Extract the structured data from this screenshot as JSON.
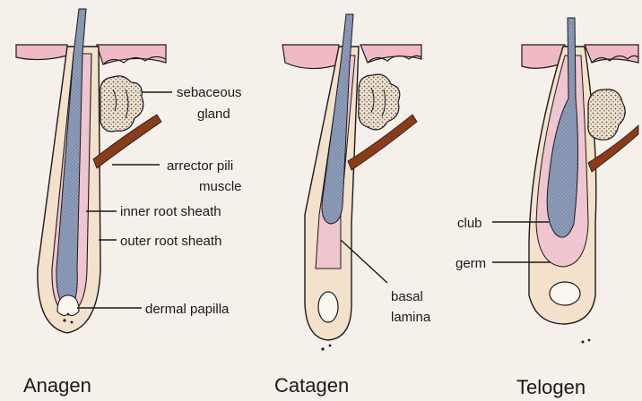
{
  "diagram": {
    "labels": {
      "sebaceous_line1": "sebaceous",
      "sebaceous_line2": "gland",
      "arrector_line1": "arrector pili",
      "arrector_line2": "muscle",
      "inner_root_sheath": "inner root sheath",
      "outer_root_sheath": "outer root sheath",
      "dermal_papilla": "dermal papilla",
      "basal_line1": "basal",
      "basal_line2": "lamina",
      "club": "club",
      "germ": "germ"
    },
    "stages": {
      "anagen": "Anagen",
      "catagen": "Catagen",
      "telogen": "Telogen"
    },
    "colors": {
      "background": "#f5f0ea",
      "skin_pink": "#f0b9c4",
      "sheath_pink": "#efc5cf",
      "outer_cream": "#f3e1cb",
      "hair_blue": "#8e9db9",
      "gland_dots": "#6b5a4a",
      "muscle_brown": "#8a3b1a",
      "outline": "#1a1a1a"
    }
  }
}
